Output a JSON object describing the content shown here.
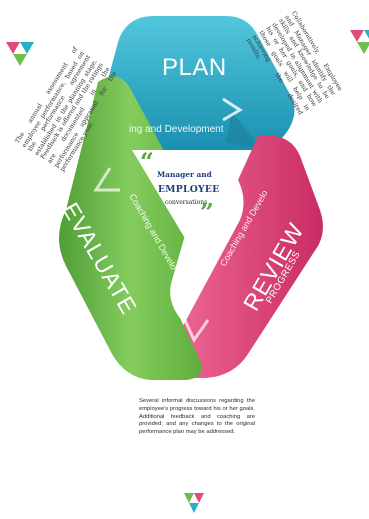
{
  "cycle": {
    "plan": {
      "title": "PLAN",
      "subtitle": "ing and Development"
    },
    "evaluate": {
      "title": "EVALUATE",
      "subtitle": "Coaching and Develo"
    },
    "review": {
      "title": "REVIEW",
      "subtitle": "PROGRESS",
      "coaching": "Coaching and Develo"
    }
  },
  "center": {
    "line1": "Manager and",
    "line2": "EMPLOYEE",
    "line3": "conversations"
  },
  "quotes": {
    "open": "“",
    "close": "”"
  },
  "annotations": {
    "left": "The annual assessment of employee performance, based on the performance agreement established in the planning stage. Feedback is offered and the ratings are documented in the performance appraisal for the performance year.",
    "right": "Collaboratively, Employee and Manager identify the skills and knowledge to be developed in alignment with his or her goals, and how those goals will help in achieving the desired results.",
    "bottom": "Several informal discussions regarding the employee's progress toward his or her goals. Additional feedback and coaching are provided; and any changes to the original performance plan may be addressed."
  },
  "colors": {
    "plan": "#2bb0c8",
    "evaluate": "#6cbf4a",
    "review": "#e0457b",
    "center_text": "#1e3c7a",
    "quote": "#57a63e"
  },
  "icons": [
    "triangle-marker-icon"
  ]
}
